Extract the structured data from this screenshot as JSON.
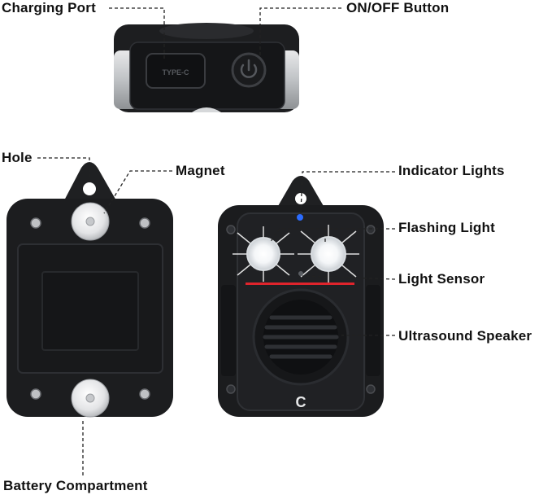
{
  "labels": {
    "charging_port": "Charging Port",
    "on_off_button": "ON/OFF Button",
    "hole": "Hole",
    "magnet": "Magnet",
    "indicator_lights": "Indicator Lights",
    "flashing_light": "Flashing Light",
    "light_sensor": "Light Sensor",
    "ultrasound_speaker": "Ultrasound Speaker",
    "battery_compartment": "Battery Compartment"
  },
  "device": {
    "port_text": "TYPE-C",
    "logo_glyph": "C"
  },
  "colors": {
    "body": "#1b1c1e",
    "body_edge": "#2c2e31",
    "metal": "#cfd1d3",
    "leader": "#222222",
    "red_strip": "#e0242c",
    "indicator_blue": "#2b6cff",
    "led": "#ffffff"
  }
}
